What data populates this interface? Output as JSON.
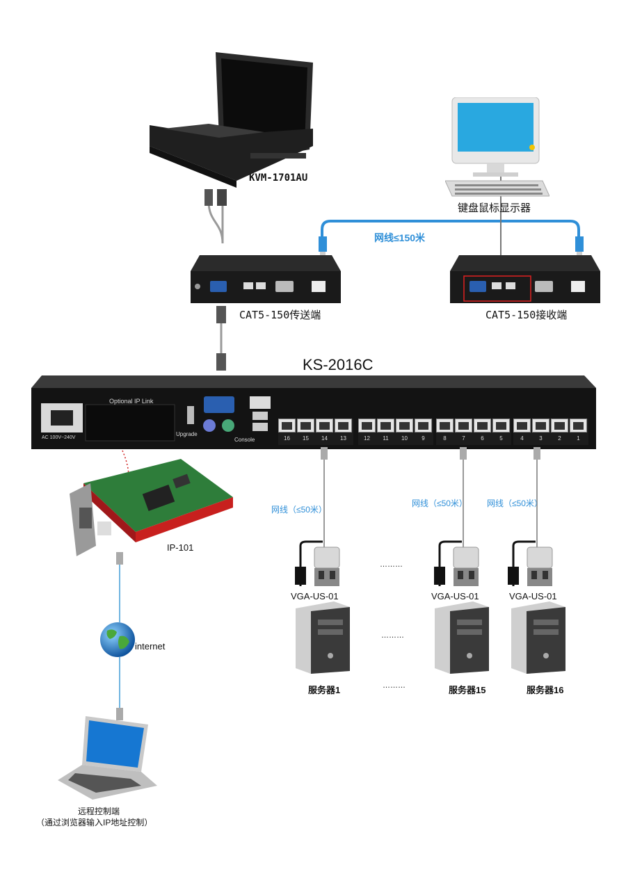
{
  "labels": {
    "kvm_console": "KVM-1701AU",
    "local_station": "键盘鼠标显示器",
    "cable_long": "网线≤150米",
    "transmitter": "CAT5-150传送端",
    "receiver": "CAT5-150接收端",
    "switch_model": "KS-2016C",
    "ip_module": "IP-101",
    "internet": "internet",
    "remote_title": "远程控制端",
    "remote_sub": "（通过浏览器输入IP地址控制）",
    "ellipsis": "………"
  },
  "switch_panel": {
    "optional_ip": "Optional IP Link",
    "power": "AC 100V~240V",
    "upgrade": "Upgrade",
    "console": "Console",
    "port_groups": [
      [
        "16",
        "15",
        "14",
        "13"
      ],
      [
        "12",
        "11",
        "10",
        "9"
      ],
      [
        "8",
        "7",
        "6",
        "5"
      ],
      [
        "4",
        "3",
        "2",
        "1"
      ]
    ]
  },
  "servers": [
    {
      "cable": "网线（≤50米）",
      "adapter": "VGA-US-01",
      "name": "服务器1"
    },
    {
      "cable": "网线（≤50米）",
      "adapter": "VGA-US-01",
      "name": "服务器15"
    },
    {
      "cable": "网线（≤50米）",
      "adapter": "VGA-US-01",
      "name": "服务器16"
    }
  ],
  "colors": {
    "cat_cable": "#2f8fd8",
    "device_dark": "#1d1d1d",
    "vga_blue": "#2a5fb0",
    "pcb_red": "#c8201e",
    "pcb_green": "#2e7d3a"
  }
}
